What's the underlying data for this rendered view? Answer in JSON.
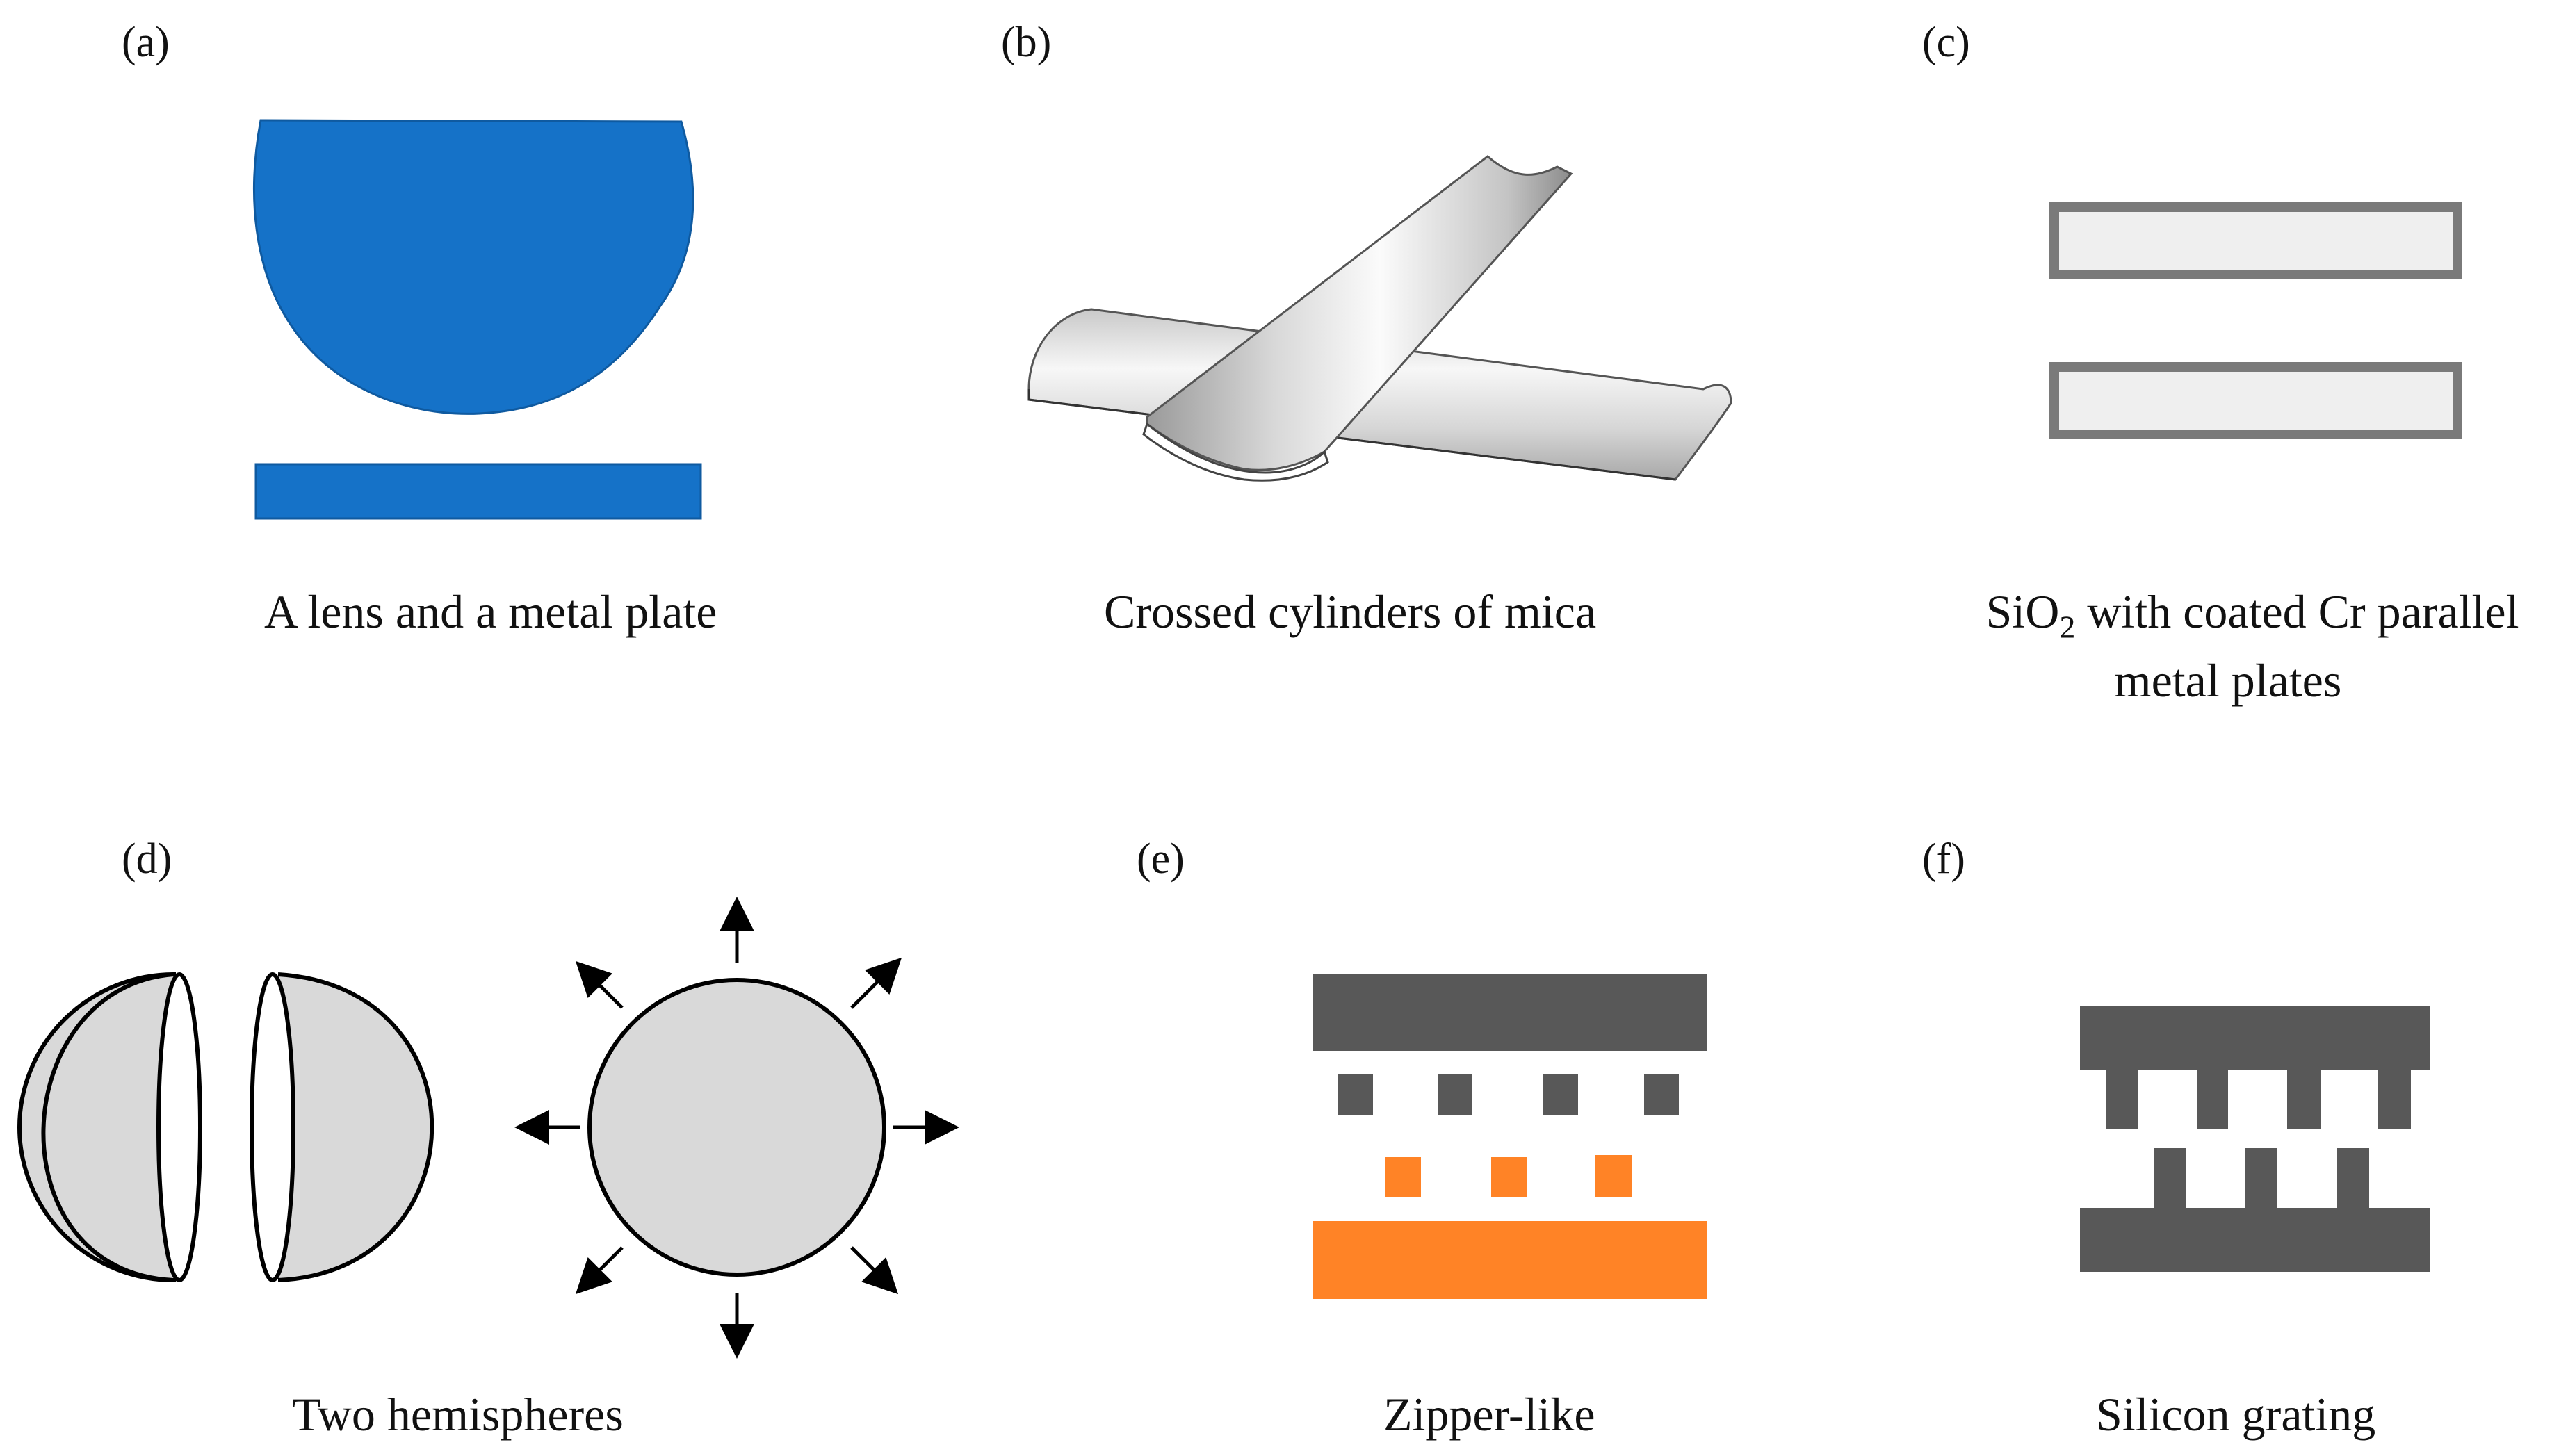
{
  "panels": {
    "a": {
      "label": "(a)",
      "caption": "A lens and a metal plate"
    },
    "b": {
      "label": "(b)",
      "caption": "Crossed cylinders of mica"
    },
    "c": {
      "label": "(c)",
      "caption_main": "SiO",
      "caption_sub": "2",
      "caption_rest": " with coated Cr parallel",
      "caption_line2": "metal plates"
    },
    "d": {
      "label": "(d)",
      "caption": "Two hemispheres"
    },
    "e": {
      "label": "(e)",
      "caption": "Zipper-like"
    },
    "f": {
      "label": "(f)",
      "caption": "Silicon grating"
    }
  },
  "colors": {
    "lens_blue": "#1572C8",
    "outline_gray": "#7A7A7A",
    "plate_fill": "#EFEFEF",
    "dark_gray": "#585858",
    "orange": "#FF8326",
    "sphere_fill": "#D9D9D9"
  }
}
